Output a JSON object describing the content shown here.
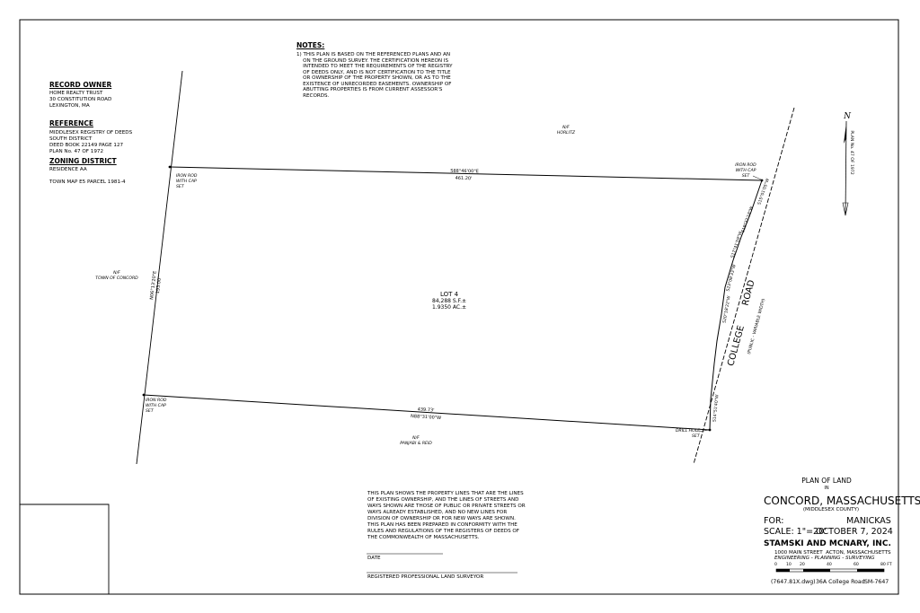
{
  "record_owner": {
    "heading": "RECORD OWNER",
    "lines": [
      "HOME REALTY TRUST",
      "30 CONSTITUTION ROAD",
      "LEXINGTON, MA"
    ]
  },
  "reference": {
    "heading": "REFERENCE",
    "lines": [
      "MIDDLESEX REGISTRY OF DEEDS",
      "SOUTH DISTRICT",
      "DEED BOOK 22149 PAGE 127",
      "PLAN No. 47 OF 1972"
    ]
  },
  "zoning": {
    "heading": "ZONING DISTRICT",
    "district": "RESIDENCE AA",
    "town_map": "TOWN MAP E5 PARCEL 1981-4"
  },
  "notes": {
    "heading": "NOTES:",
    "lines": [
      "1) THIS PLAN IS BASED ON THE REFERENCED PLANS AND AN",
      "    ON THE GROUND SURVEY. THE CERTIFICATION HEREON IS",
      "    INTENDED TO MEET THE REQUIREMENTS OF THE REGISTRY",
      "    OF DEEDS ONLY, AND IS NOT CERTIFICATION TO THE TITLE",
      "    OR OWNERSHIP OF THE PROPERTY SHOWN, OR AS TO THE",
      "    EXISTENCE OF UNRECORDED EASEMENTS. OWNERSHIP OF",
      "    ABUTTING PROPERTIES IS FROM CURRENT ASSESSOR'S",
      "    RECORDS."
    ]
  },
  "abutters": {
    "north": {
      "nf": "N/F",
      "name": "HORLITZ"
    },
    "west": {
      "nf": "N/F",
      "name": "TOWN OF CONCORD"
    },
    "south": {
      "nf": "N/F",
      "name": "PANJABI & REID"
    }
  },
  "monuments": {
    "nw": [
      "IRON ROD",
      "WITH CAP",
      "SET"
    ],
    "ne": [
      "IRON ROD",
      "WITH CAP",
      "SET"
    ],
    "sw": [
      "IRON ROD",
      "WITH CAP",
      "SET"
    ],
    "se": [
      "DRILL HOLE",
      "SET"
    ]
  },
  "bounds": {
    "north_bearing": "S88°46'00\"E",
    "north_distance": "461.20'",
    "south_distance": "439.73'",
    "south_bearing": "N88°31'00\"W",
    "west_bearing": "N06°13'20\"E",
    "west_distance": "193.00'"
  },
  "road_segments": [
    "S15°01'05\"W",
    "S19°32'18\"W",
    "S17°41'59\"W",
    "S23°08'33\"W",
    "S20°18'22\"W",
    "S14°51'40\"W"
  ],
  "lot": {
    "label": "LOT 4",
    "area_sf": "84,288 S.F.±",
    "area_ac": "1.9350 AC.±"
  },
  "road": {
    "name_1": "COLLEGE",
    "name_2": "ROAD",
    "note": "(PUBLIC - VARIABLE WIDTH)"
  },
  "north_arrow": {
    "label": "N",
    "reference": "PLAN No. 47 OF 1972"
  },
  "certification": {
    "lines": [
      "THIS PLAN SHOWS THE PROPERTY LINES THAT ARE THE LINES",
      "OF EXISTING OWNERSHIP, AND THE LINES OF STREETS AND",
      "WAYS SHOWN ARE THOSE OF PUBLIC OR PRIVATE STREETS OR",
      "WAYS ALREADY ESTABLISHED, AND NO NEW LINES FOR",
      "DIVISION OF OWNERSHIP OR FOR NEW WAYS ARE SHOWN.",
      "THIS PLAN HAS BEEN PREPARED IN CONFORMITY WITH THE",
      "RULES AND REGULATIONS OF THE REGISTERS OF DEEDS OF",
      "THE COMMONWEALTH OF MASSACHUSETTS."
    ],
    "date_label": "DATE",
    "surveyor_label": "REGISTERED PROFESSIONAL LAND SURVEYOR"
  },
  "title_block": {
    "plan_of_land": "PLAN OF LAND",
    "in": "IN",
    "location": "CONCORD, MASSACHUSETTS",
    "county": "(MIDDLESEX COUNTY)",
    "for_label": "FOR:",
    "client": "MANICKAS",
    "scale": "SCALE: 1\"=20'",
    "date": "OCTOBER 7, 2024",
    "firm": "STAMSKI AND MCNARY, INC.",
    "address": "1000 MAIN STREET  ACTON, MASSACHUSETTS",
    "services": "ENGINEERING - PLANNING - SURVEYING",
    "scale_ticks": [
      "0",
      "10",
      "20",
      "40",
      "60",
      "80 FT"
    ],
    "file": "(7647.81X.dwg)",
    "site": "36A College Road",
    "job": "SM-7647"
  }
}
